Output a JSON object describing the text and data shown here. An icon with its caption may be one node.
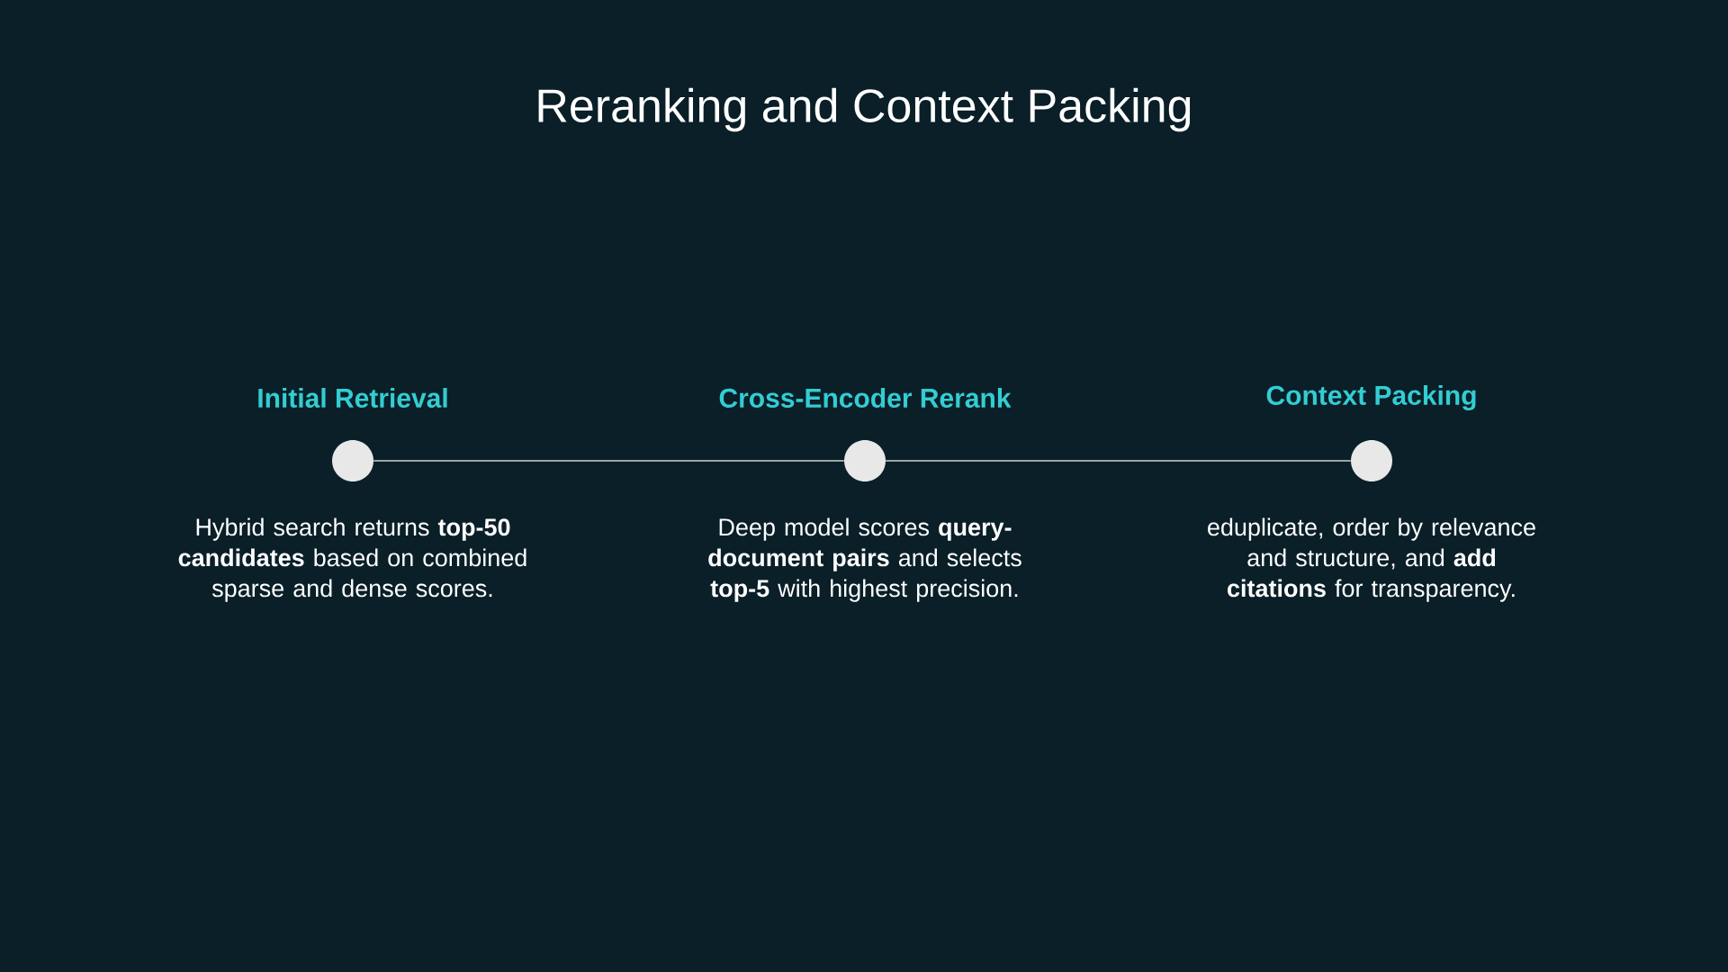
{
  "diagram": {
    "title": "Reranking and Context Packing",
    "nodes": [
      {
        "text": [
          "Initial Retrieval",
          "Hybrid search returns **top-50 candidates** based on combined sparse and dense scores."
        ]
      },
      {
        "text": [
          "Cross-Encoder Rerank",
          "Deep model scores **query-document pairs** and selects **top-5** with highest precision."
        ]
      },
      {
        "text": [
          "Context Packing",
          "eduplicate, order by relevance and structure, and **add citations** for transparency."
        ]
      }
    ],
    "edges": [
      {
        "from": 0,
        "to": 1,
        "arrow": "none"
      },
      {
        "from": 1,
        "to": 2,
        "arrow": "none"
      }
    ]
  }
}
